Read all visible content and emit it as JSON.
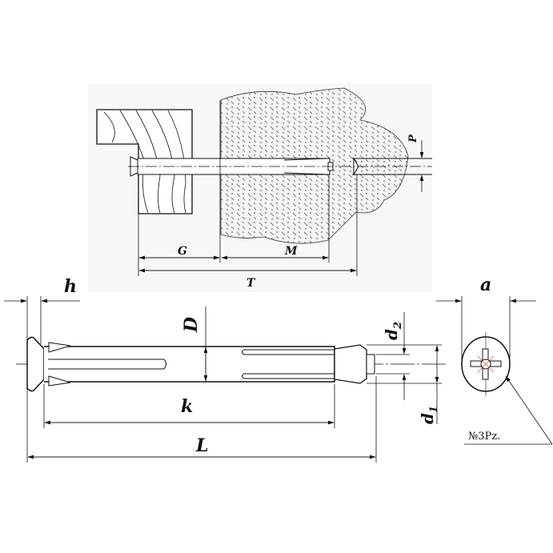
{
  "installation_view": {
    "labels": {
      "G": "G",
      "M": "M",
      "T": "T",
      "P": "P"
    }
  },
  "anchor_view": {
    "labels": {
      "h": "h",
      "D": "D",
      "d2_base": "d",
      "d2_sub": "2",
      "d1_base": "d",
      "d1_sub": "1",
      "k": "k",
      "L": "L",
      "a": "a"
    },
    "drive_label": "№3Pz."
  }
}
